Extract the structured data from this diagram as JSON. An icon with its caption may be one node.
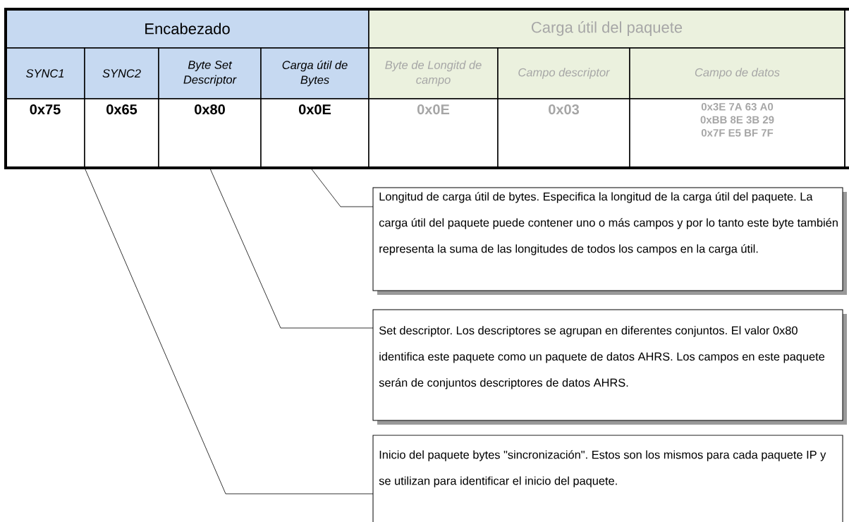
{
  "diagram": {
    "nodes": [
      {
        "text": [
          "Encabezado"
        ]
      },
      {
        "text": [
          "Carga útil del paquete"
        ]
      },
      {
        "text": [
          "SYNC1"
        ]
      },
      {
        "text": [
          "SYNC2"
        ]
      },
      {
        "text": [
          "Byte Set Descriptor"
        ]
      },
      {
        "text": [
          "Carga útil de Bytes"
        ]
      },
      {
        "text": [
          "Byte de Longitd de campo"
        ]
      },
      {
        "text": [
          "Campo descriptor"
        ]
      },
      {
        "text": [
          "Campo de datos"
        ]
      },
      {
        "text": [
          "0x75"
        ]
      },
      {
        "text": [
          "0x65"
        ]
      },
      {
        "text": [
          "0x80"
        ]
      },
      {
        "text": [
          "0x0E"
        ]
      },
      {
        "text": [
          "0x0E"
        ]
      },
      {
        "text": [
          "0x03"
        ]
      },
      {
        "text": [
          "0x3E 7A 63 A0 0xBB 8E 3B 29 0x7F E5 BF 7F"
        ]
      },
      {
        "text": [
          "Longitud de carga útil de bytes. Especifica la longitud de la carga útil del paquete. La carga útil del paquete puede contener uno o más campos y por lo tanto este byte también representa la suma de las longitudes de todos los campos en la carga útil."
        ]
      },
      {
        "text": [
          "Set descriptor. Los descriptores se agrupan en diferentes conjuntos. El valor 0x80 identifica este paquete como un paquete de datos AHRS. Los campos en este paquete serán de conjuntos descriptores de datos AHRS."
        ]
      },
      {
        "text": [
          "Inicio del paquete bytes \"sincronización\". Estos son los mismos para cada paquete IP y se utilizan para identificar el inicio del paquete."
        ]
      }
    ],
    "edges": [
      {
        "from": 16,
        "to": 12,
        "arrow": "none"
      },
      {
        "from": 17,
        "to": 11,
        "arrow": "none"
      },
      {
        "from": 18,
        "to": 9,
        "arrow": "none"
      },
      {
        "from": 18,
        "to": 10,
        "arrow": "none"
      }
    ]
  }
}
